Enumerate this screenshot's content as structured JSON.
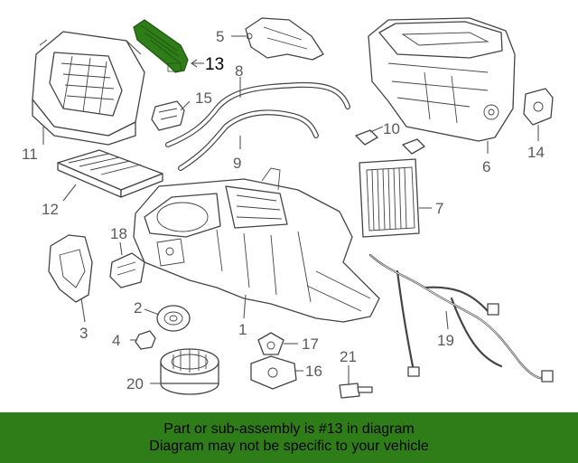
{
  "diagram": {
    "highlight_color": "#2f7d19",
    "callouts": {
      "c1": "1",
      "c2": "2",
      "c3": "3",
      "c4": "4",
      "c5": "5",
      "c6": "6",
      "c7": "7",
      "c8": "8",
      "c9": "9",
      "c10": "10",
      "c11": "11",
      "c12": "12",
      "c13": "13",
      "c14": "14",
      "c15": "15",
      "c16": "16",
      "c17": "17",
      "c18": "18",
      "c19": "19",
      "c20": "20",
      "c21": "21"
    }
  },
  "banner": {
    "line1": "Part or sub-assembly is #13 in diagram",
    "line2": "Diagram may not be specific to your vehicle",
    "background": "#2f7d19"
  }
}
